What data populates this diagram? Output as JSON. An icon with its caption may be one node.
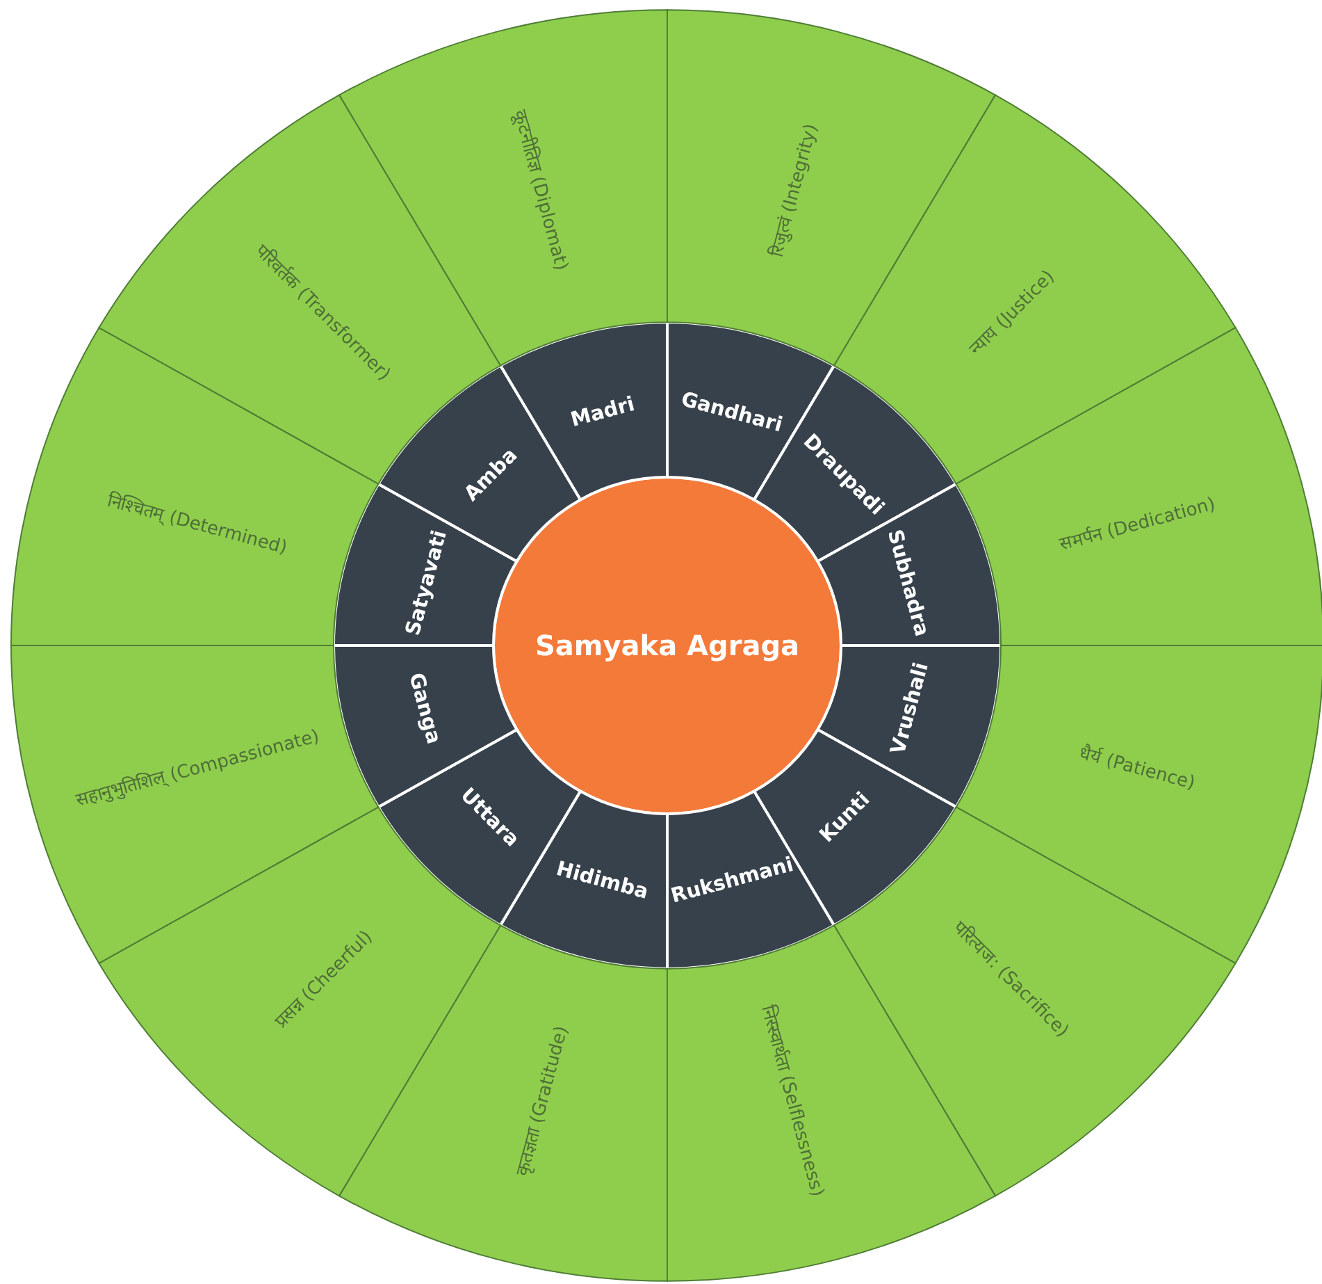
{
  "diagram": {
    "nodes": [
      {
        "text": [
          "Samyaka Agraga"
        ]
      },
      {
        "text": [
          "Madri"
        ]
      },
      {
        "text": [
          "Gandhari"
        ]
      },
      {
        "text": [
          "Draupadi"
        ]
      },
      {
        "text": [
          "Subhadra"
        ]
      },
      {
        "text": [
          "Vrushali"
        ]
      },
      {
        "text": [
          "Kunti"
        ]
      },
      {
        "text": [
          "Rukshmani"
        ]
      },
      {
        "text": [
          "Hidimba"
        ]
      },
      {
        "text": [
          "Uttara"
        ]
      },
      {
        "text": [
          "Ganga"
        ]
      },
      {
        "text": [
          "Satyavati"
        ]
      },
      {
        "text": [
          "Amba"
        ]
      },
      {
        "text": [
          "कूटनीतिज्ञ (Diplomat)"
        ]
      },
      {
        "text": [
          "रिजुत्वं (Integrity)"
        ]
      },
      {
        "text": [
          "न्याय (Justice)"
        ]
      },
      {
        "text": [
          "समर्पन (Dedication)"
        ]
      },
      {
        "text": [
          "धैर्य (Patience)"
        ]
      },
      {
        "text": [
          "परित्यज: (Sacrifice)"
        ]
      },
      {
        "text": [
          "निस्स्वार्थता (Selflessness)"
        ]
      },
      {
        "text": [
          "कृतज्ञता (Gratitude)"
        ]
      },
      {
        "text": [
          "प्रसन्न (Cheerful)"
        ]
      },
      {
        "text": [
          "सहानुभुतिशिल् (Compassionate)"
        ]
      },
      {
        "text": [
          "निश्चितम् (Determined)"
        ]
      },
      {
        "text": [
          "परिवर्तक (Transformer)"
        ]
      }
    ]
  }
}
